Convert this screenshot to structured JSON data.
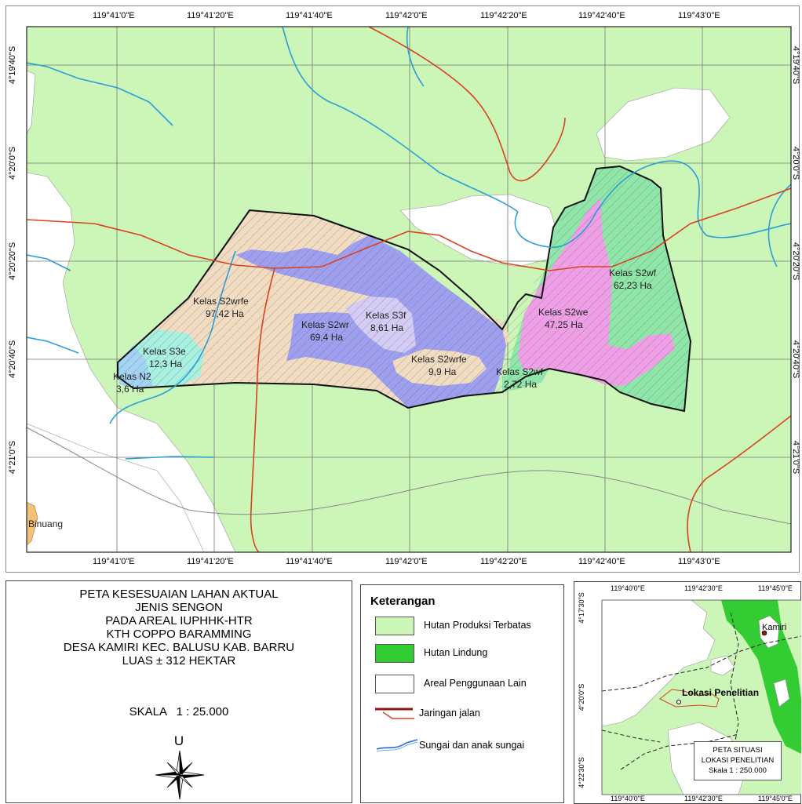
{
  "colors": {
    "hutan_produksi_terbatas": "#ccf5b8",
    "hutan_lindung": "#33cc33",
    "areal_penggunaan_lain": "#ffffff",
    "jalan": "#d9421e",
    "sungai": "#2a9fd6",
    "class_s2wrfe": "#f1dcc2",
    "class_s2wr": "#9f9ff0",
    "class_s2we": "#ef9fe6",
    "class_s2wf": "#8fe6a8",
    "class_s3e": "#a8f0e0",
    "class_s3f": "#d4ccf4",
    "class_n2": "#a4d4f4"
  },
  "main_map": {
    "top_longitudes": [
      "119°41'0\"E",
      "119°41'20\"E",
      "119°41'40\"E",
      "119°42'0\"E",
      "119°42'20\"E",
      "119°42'40\"E",
      "119°43'0\"E"
    ],
    "bottom_longitudes": [
      "119°41'0\"E",
      "119°41'20\"E",
      "119°41'40\"E",
      "119°42'0\"E",
      "119°42'20\"E",
      "119°42'40\"E",
      "119°43'0\"E"
    ],
    "left_latitudes": [
      "4°19'40\"S",
      "4°20'0\"S",
      "4°20'20\"S",
      "4°20'40\"S",
      "4°21'0\"S"
    ],
    "right_latitudes": [
      "4°19'40\"S",
      "4°20'0\"S",
      "4°20'20\"S",
      "4°20'40\"S",
      "4°21'0\"S"
    ],
    "place_label": "Binuang",
    "classes": [
      {
        "name": "Kelas S2wrfe",
        "area": "97,42 Ha"
      },
      {
        "name": "Kelas S2wr",
        "area": "69,4 Ha"
      },
      {
        "name": "Kelas S3f",
        "area": "8,61 Ha"
      },
      {
        "name": "Kelas S2wrfe",
        "area": "9,9 Ha"
      },
      {
        "name": "Kelas S3e",
        "area": "12,3 Ha"
      },
      {
        "name": "Kelas N2",
        "area": "3,6 Ha"
      },
      {
        "name": "Kelas S2wf",
        "area": "2,72 Ha"
      },
      {
        "name": "Kelas S2we",
        "area": "47,25 Ha"
      },
      {
        "name": "Kelas S2wf",
        "area": "62,23 Ha"
      }
    ]
  },
  "title_box": {
    "lines": [
      "PETA KESESUAIAN LAHAN AKTUAL",
      "JENIS SENGON",
      "PADA AREAL IUPHHK-HTR",
      "KTH COPPO BARAMMING",
      "DESA KAMIRI KEC. BALUSU KAB. BARRU",
      "LUAS ± 312 HEKTAR"
    ],
    "scale": "SKALA   1 : 25.000",
    "north_letter": "U"
  },
  "legend": {
    "title": "Keterangan",
    "items": [
      {
        "label": "Hutan Produksi Terbatas",
        "symbol": "hutan-produksi-terbatas-swatch"
      },
      {
        "label": "Hutan Lindung",
        "symbol": "hutan-lindung-swatch"
      },
      {
        "label": "Areal Penggunaan Lain",
        "symbol": "areal-penggunaan-lain-swatch"
      },
      {
        "label": "Jaringan jalan",
        "symbol": "road-line-icon"
      },
      {
        "label": "Sungai dan anak sungai",
        "symbol": "river-line-icon"
      }
    ]
  },
  "inset": {
    "top_longitudes": [
      "119°40'0\"E",
      "119°42'30\"E",
      "119°45'0\"E"
    ],
    "bottom_longitudes": [
      "119°40'0\"E",
      "119°42'30\"E",
      "119°45'0\"E"
    ],
    "left_latitudes": [
      "4°17'30\"S",
      "4°20'0\"S",
      "4°22'30\"S"
    ],
    "place_label": "Kamiri",
    "location_label": "Lokasi Penelitian",
    "situation_lines": [
      "PETA SITUASI",
      "LOKASI PENELITIAN",
      "Skala  1 : 250.000"
    ]
  }
}
